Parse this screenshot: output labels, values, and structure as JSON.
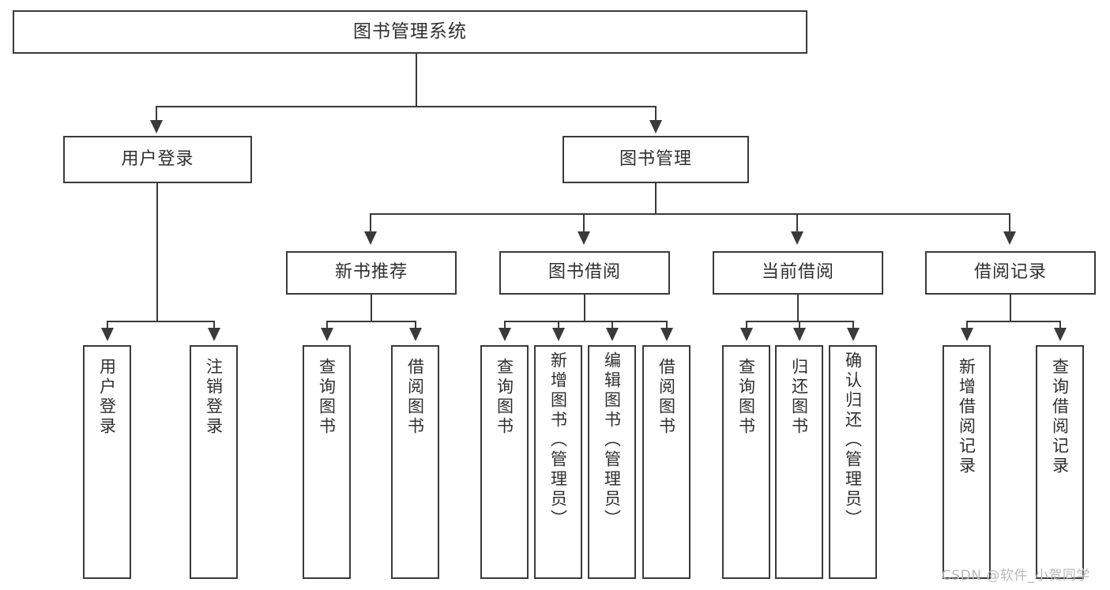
{
  "diagram": {
    "type": "tree-hierarchy-diagram",
    "title": "图书管理系统",
    "watermark": "CSDN @软件_小贺同学",
    "colors": {
      "box_border": "#3a3a3a",
      "box_fill": "#ffffff",
      "text": "#2f2f2f",
      "connector": "#3a3a3a",
      "watermark": "#b9b9b9",
      "background": "#ffffff"
    },
    "root": {
      "label": "图书管理系统"
    },
    "level2": [
      {
        "label": "用户登录"
      },
      {
        "label": "图书管理"
      }
    ],
    "level3": [
      {
        "label": "新书推荐"
      },
      {
        "label": "图书借阅"
      },
      {
        "label": "当前借阅"
      },
      {
        "label": "借阅记录"
      }
    ],
    "leaves": {
      "user_login": [
        {
          "label": "用户登录"
        },
        {
          "label": "注销登录"
        }
      ],
      "new_book_recommend": [
        {
          "label": "查询图书"
        },
        {
          "label": "借阅图书"
        }
      ],
      "book_borrow": [
        {
          "label": "查询图书"
        },
        {
          "label": "新增图书（管理员）"
        },
        {
          "label": "编辑图书（管理员）"
        },
        {
          "label": "借阅图书"
        }
      ],
      "current_borrow": [
        {
          "label": "查询图书"
        },
        {
          "label": "归还图书"
        },
        {
          "label": "确认归还（管理员）"
        }
      ],
      "borrow_record": [
        {
          "label": "新增借阅记录"
        },
        {
          "label": "查询借阅记录"
        }
      ]
    }
  }
}
